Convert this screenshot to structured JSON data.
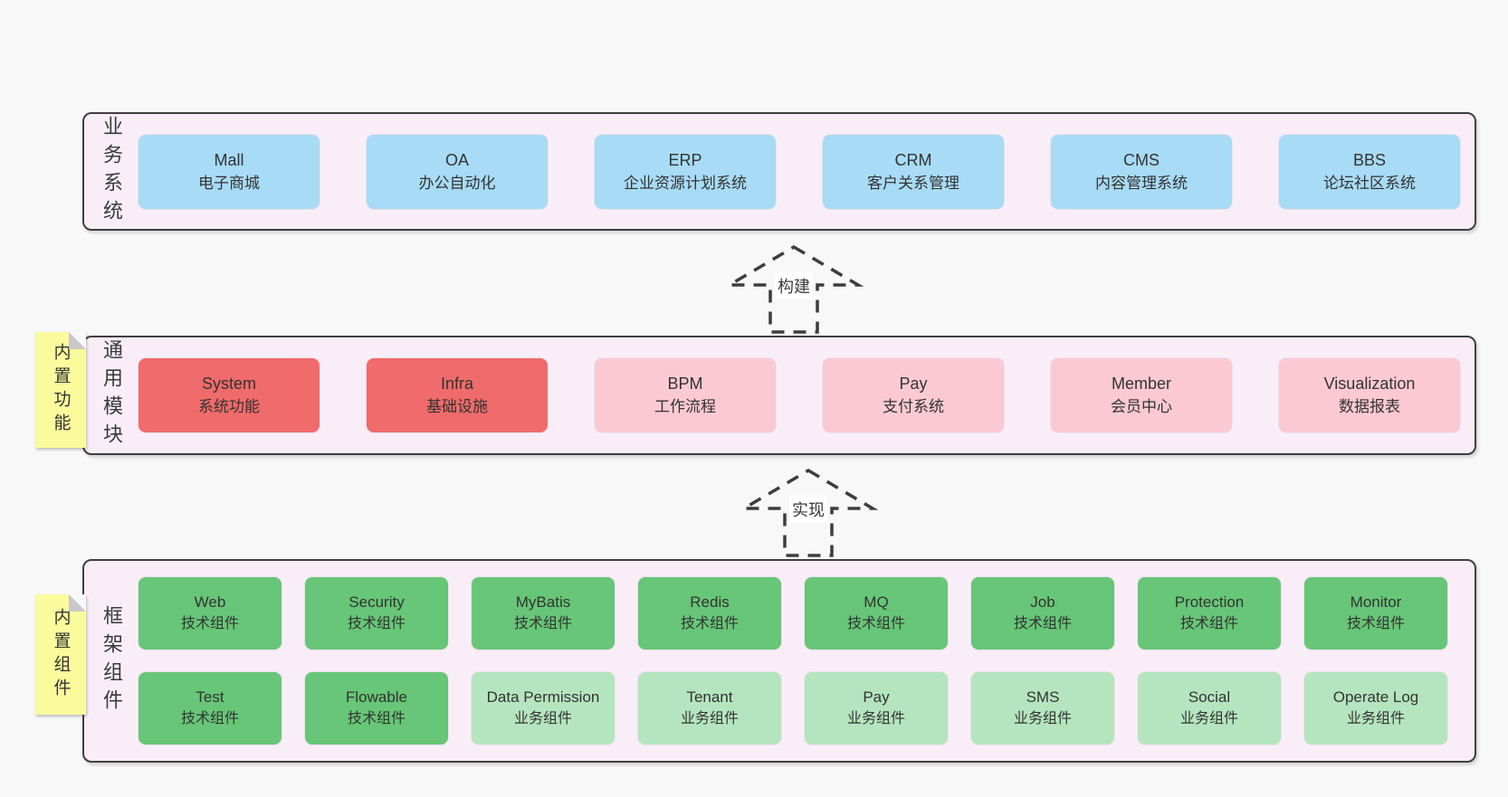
{
  "colors": {
    "page_bg": "#f8f8f8",
    "container_bg": "#f9eef8",
    "container_border": "#3f3f3f",
    "box_blue": "#a8dbf5",
    "box_red": "#f06b6b",
    "box_pink": "#fac9d4",
    "box_green": "#67c677",
    "box_green_light": "#b5e5bf",
    "sticky_yellow": "#fbfb9e",
    "fold_gray": "#c9c9c9",
    "arrow_color": "#3d3d3d",
    "text_color": "#333333"
  },
  "layers": [
    {
      "label": "业务系统",
      "boxes": [
        {
          "name": "Mall",
          "desc": "电子商城",
          "variant": "blue"
        },
        {
          "name": "OA",
          "desc": "办公自动化",
          "variant": "blue"
        },
        {
          "name": "ERP",
          "desc": "企业资源计划系统",
          "variant": "blue"
        },
        {
          "name": "CRM",
          "desc": "客户关系管理",
          "variant": "blue"
        },
        {
          "name": "CMS",
          "desc": "内容管理系统",
          "variant": "blue"
        },
        {
          "name": "BBS",
          "desc": "论坛社区系统",
          "variant": "blue"
        }
      ]
    },
    {
      "label": "通用模块",
      "sticky": "内置功能",
      "boxes": [
        {
          "name": "System",
          "desc": "系统功能",
          "variant": "red"
        },
        {
          "name": "Infra",
          "desc": "基础设施",
          "variant": "red"
        },
        {
          "name": "BPM",
          "desc": "工作流程",
          "variant": "pink"
        },
        {
          "name": "Pay",
          "desc": "支付系统",
          "variant": "pink"
        },
        {
          "name": "Member",
          "desc": "会员中心",
          "variant": "pink"
        },
        {
          "name": "Visualization",
          "desc": "数据报表",
          "variant": "pink"
        }
      ]
    },
    {
      "label": "框架组件",
      "sticky": "内置组件",
      "rows": [
        [
          {
            "name": "Web",
            "desc": "技术组件",
            "variant": "green"
          },
          {
            "name": "Security",
            "desc": "技术组件",
            "variant": "green"
          },
          {
            "name": "MyBatis",
            "desc": "技术组件",
            "variant": "green"
          },
          {
            "name": "Redis",
            "desc": "技术组件",
            "variant": "green"
          },
          {
            "name": "MQ",
            "desc": "技术组件",
            "variant": "green"
          },
          {
            "name": "Job",
            "desc": "技术组件",
            "variant": "green"
          },
          {
            "name": "Protection",
            "desc": "技术组件",
            "variant": "green"
          },
          {
            "name": "Monitor",
            "desc": "技术组件",
            "variant": "green"
          }
        ],
        [
          {
            "name": "Test",
            "desc": "技术组件",
            "variant": "green"
          },
          {
            "name": "Flowable",
            "desc": "技术组件",
            "variant": "green"
          },
          {
            "name": "Data Permission",
            "desc": "业务组件",
            "variant": "lightgreen"
          },
          {
            "name": "Tenant",
            "desc": "业务组件",
            "variant": "lightgreen"
          },
          {
            "name": "Pay",
            "desc": "业务组件",
            "variant": "lightgreen"
          },
          {
            "name": "SMS",
            "desc": "业务组件",
            "variant": "lightgreen"
          },
          {
            "name": "Social",
            "desc": "业务组件",
            "variant": "lightgreen"
          },
          {
            "name": "Operate Log",
            "desc": "业务组件",
            "variant": "lightgreen"
          }
        ]
      ]
    }
  ],
  "arrows": [
    {
      "label": "构建"
    },
    {
      "label": "实现"
    }
  ]
}
